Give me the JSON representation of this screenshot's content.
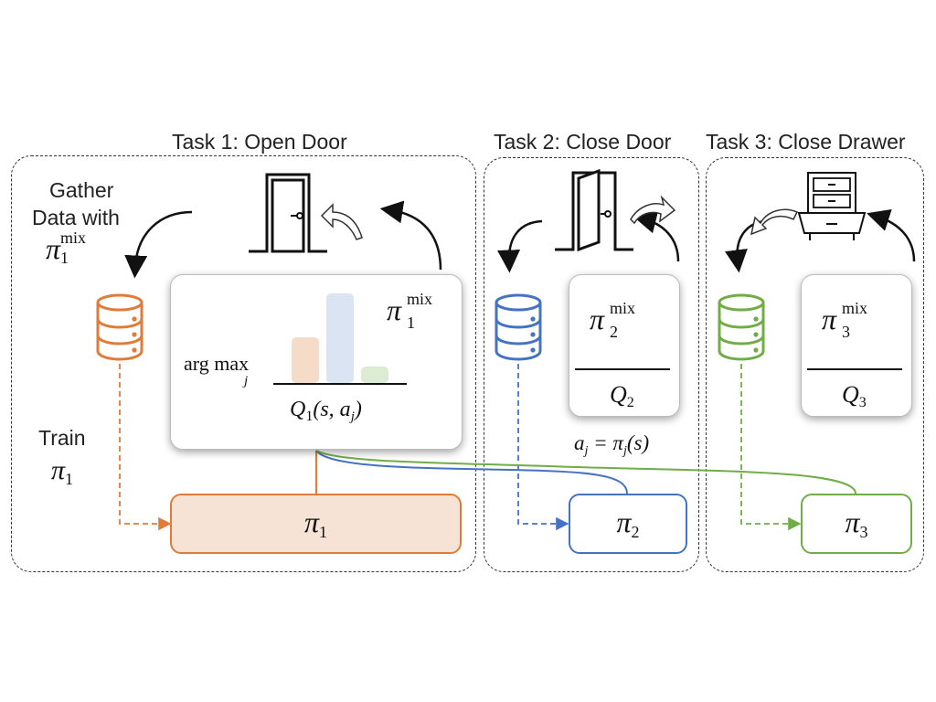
{
  "tasks": [
    {
      "title": "Task 1: Open Door"
    },
    {
      "title": "Task 2: Close Door"
    },
    {
      "title": "Task 3: Close Drawer"
    }
  ],
  "annotations": {
    "gather_line1": "Gather",
    "gather_line2": "Data with",
    "train_line1": "Train"
  },
  "math": {
    "pi": "π",
    "mix": "mix",
    "argmax_arg": "arg",
    "argmax_max": "max",
    "argmax_sub": "j",
    "q1_expr": "Q",
    "q1_sub": "1",
    "q1_args": "(s, a",
    "q1_args_sub": "j",
    "q1_close": ")",
    "q": "Q",
    "action_rule_lhs": "a",
    "action_rule_lhs_sub": "j",
    "action_rule_eq": " = π",
    "action_rule_rhs_sub": "j",
    "action_rule_tail": "(s)",
    "idx1": "1",
    "idx2": "2",
    "idx3": "3"
  },
  "colors": {
    "task1": "#e07b39",
    "task1_fill": "#f6e3d6",
    "task2": "#4472c4",
    "task3": "#70ad47",
    "bar1": "#f4dcc9",
    "bar2": "#dbe4f2",
    "bar3": "#dcebd3"
  },
  "icons": [
    "door-closed-icon",
    "door-open-icon",
    "drawer-cabinet-icon",
    "database-icon",
    "curved-arrow-icon"
  ]
}
